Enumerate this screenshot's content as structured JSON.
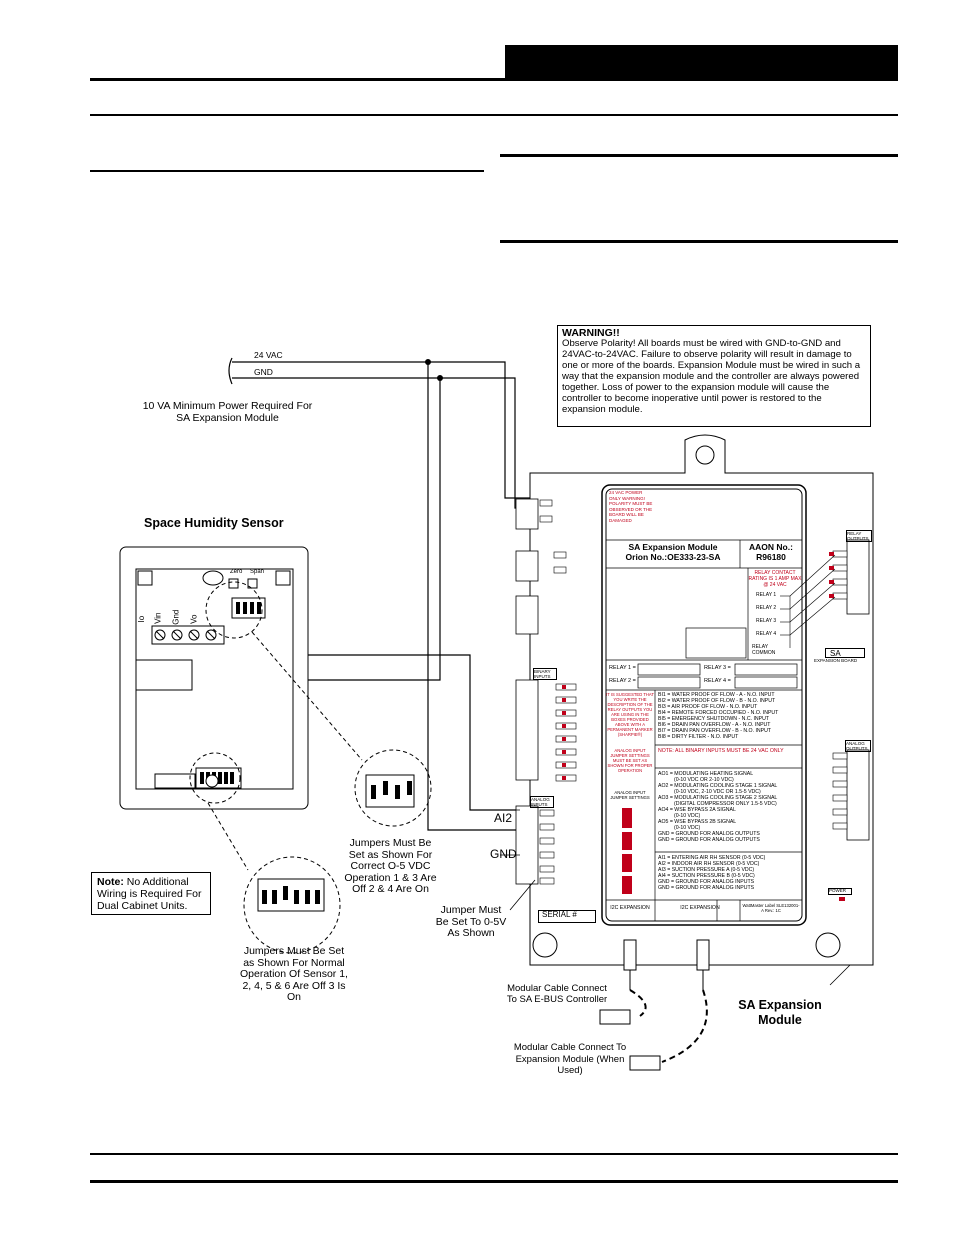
{
  "wiring": {
    "power_24vac": "24 VAC",
    "power_gnd": "GND",
    "power_note": "10 VA Minimum Power Required For SA Expansion Module"
  },
  "warning": {
    "title": "WARNING!!",
    "body": "Observe Polarity! All boards must be wired with GND-to-GND and 24VAC-to-24VAC. Failure to observe polarity will result in damage to one or more of the boards. Expansion Module must be wired in such a way that the expansion module and the controller are always powered together. Loss of power to the expansion module will cause the controller to become inoperative until power is restored to the expansion module."
  },
  "sensor": {
    "title": "Space Humidity Sensor",
    "zero_label": "Zero",
    "span_label": "Span",
    "terminals": [
      "Io",
      "Vin",
      "Gnd",
      "Vo"
    ]
  },
  "labels": {
    "ai2": "AI2",
    "gnd": "GND",
    "jumper_correct": "Jumpers Must Be Set as Shown For Correct O-5 VDC Operation 1 & 3 Are Off 2 & 4 Are On",
    "jumper_normal": "Jumpers Must Be Set as Shown For Normal Operation Of Sensor 1, 2, 4, 5 & 6 Are Off 3 Is On",
    "jumper_0_5v": "Jumper Must Be Set To 0-5V As Shown",
    "modular_ebus": "Modular Cable Connect To SA E-BUS Controller",
    "modular_expansion": "Modular Cable Connect To Expansion Module (When Used)",
    "module_title": "SA Expansion Module"
  },
  "note": {
    "label": "Note:",
    "text": "No Additional Wiring is Required For Dual Cabinet Units."
  },
  "board": {
    "module_name": "SA Expansion Module",
    "orion_no": "Orion No.:OE333-23-SA",
    "aaon_label": "AAON No.:",
    "aaon_no": "R96180",
    "power_warning": "24 VAC POWER ONLY WARNING! POLARITY MUST BE OBSERVED OR THE BOARD WILL BE DAMAGED",
    "relay_rating": "RELAY CONTACT RATING IS 1 AMP MAX @ 24 VAC",
    "relays": [
      "RELAY 1",
      "RELAY 2",
      "RELAY 3",
      "RELAY 4"
    ],
    "relay_common": "RELAY COMMON",
    "relay_fields": [
      "RELAY 1 =",
      "RELAY 2 =",
      "RELAY 3 =",
      "RELAY 4 ="
    ],
    "relay_suggest": "IT IS SUGGESTED THAT YOU WRITE THE DESCRIPTION OF THE RELAY OUTPUTS YOU ARE USING IN THE BOXES PROVIDED ABOVE WITH A PERMANENT MARKER (SHARPIE®)",
    "binary_inputs": [
      "BI1 = WATER PROOF OF FLOW - A - N.O. INPUT",
      "BI2 = WATER PROOF OF FLOW - B - N.O. INPUT",
      "BI3 = AIR PROOF OF FLOW - N.O. INPUT",
      "BI4 = REMOTE FORCED OCCUPIED - N.O. INPUT",
      "BI5 = EMERGENCY SHUTDOWN - N.C. INPUT",
      "BI6 = DRAIN PAN OVERFLOW - A - N.O. INPUT",
      "BI7 = DRAIN PAN OVERFLOW - B - N.O. INPUT",
      "BI8 = DIRTY FILTER - N.O. INPUT"
    ],
    "bi_note": "NOTE: ALL BINARY INPUTS MUST BE 24 VAC ONLY",
    "analog_jumper_note": "ANALOG INPUT JUMPER SETTINGS MUST BE SET AS SHOWN FOR PROPER OPERATION",
    "analog_jumper_label": "ANALOG INPUT JUMPER SETTINGS",
    "analog_outputs": [
      "AO1 = MODULATING HEATING SIGNAL",
      "(0-10 VDC OR 2-10 VDC)",
      "AO2 = MODULATING COOLING STAGE 1 SIGNAL",
      "(0-10 VDC, 2-10 VDC OR 1.5-5 VDC)",
      "AO3 = MODULATING COOLING STAGE 2 SIGNAL",
      "(DIGITAL COMPRESSOR ONLY 1.5-5 VDC)",
      "AO4 = WSE BYPASS 2A SIGNAL",
      "(0-10 VDC)",
      "AO5 = WSE BYPASS 2B SIGNAL",
      "(0-10 VDC)",
      "GND = GROUND FOR ANALOG OUTPUTS",
      "GND = GROUND FOR ANALOG OUTPUTS"
    ],
    "analog_inputs": [
      "AI1 = ENTERING AIR RH SENSOR (0-5 VDC)",
      "AI2 = INDOOR AIR RH SENSOR (0-5 VDC)",
      "AI3 = SUCTION PRESSURE A (0-5 VDC)",
      "AI4 = SUCTION PRESSURE B (0-5 VDC)",
      "GND = GROUND FOR ANALOG INPUTS",
      "GND = GROUND FOR ANALOG INPUTS"
    ],
    "i2c_1": "I2C EXPANSION",
    "i2c_2": "I2C EXPANSION",
    "wattmaster_label": "WattMaster Label SLE132001-A Rev.: 1C",
    "serial": "SERIAL #",
    "sa_badge": "SA",
    "expansion_board": "EXPANSION BOARD",
    "binary_inputs_hdr": "BINARY INPUTS",
    "relay_outputs_hdr": "RELAY OUTPUTS",
    "analog_inputs_hdr": "ANALOG INPUTS",
    "analog_outputs_hdr": "ANALOG OUTPUTS",
    "power_hdr": "POWER"
  }
}
